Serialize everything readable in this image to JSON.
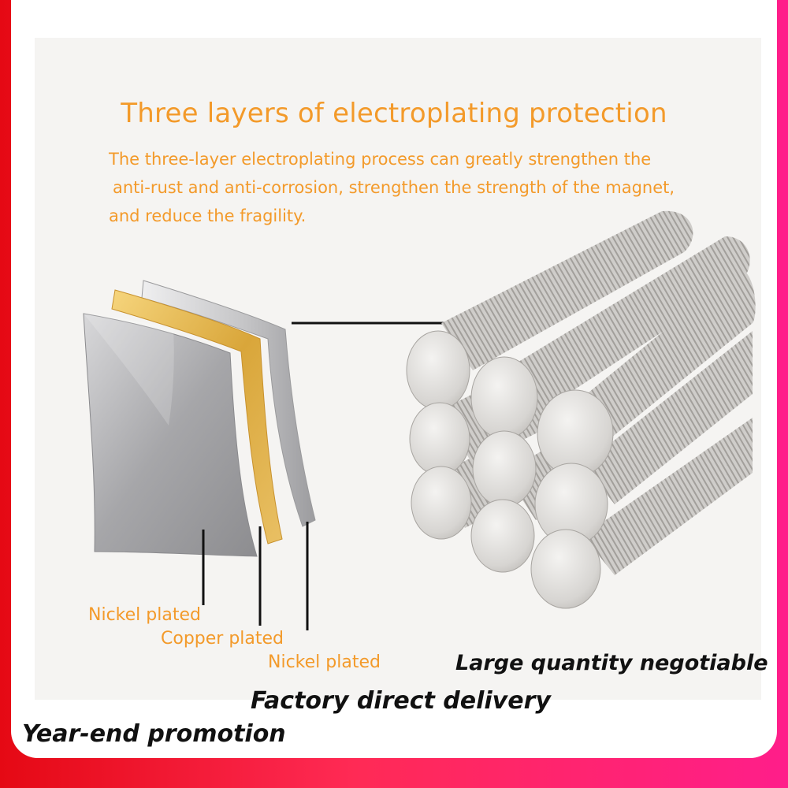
{
  "heading": "Three layers of electroplating protection",
  "description": {
    "line1": "The three-layer electroplating process can greatly strengthen the",
    "line2": "anti-rust and anti-corrosion, strengthen the strength of the magnet,",
    "line3": "and reduce the fragility."
  },
  "layers": {
    "label1": "Nickel plated",
    "label2": "Copper plated",
    "label3": "Nickel plated"
  },
  "promotions": {
    "quantity": "Large quantity negotiable",
    "delivery": "Factory direct delivery",
    "year_end": "Year-end promotion"
  },
  "colors": {
    "accent": "#f39a2a",
    "border_red": "#e50914",
    "border_pink": "#ff1e8a",
    "nickel": "#b9b9bb",
    "copper": "#e2b24a"
  }
}
